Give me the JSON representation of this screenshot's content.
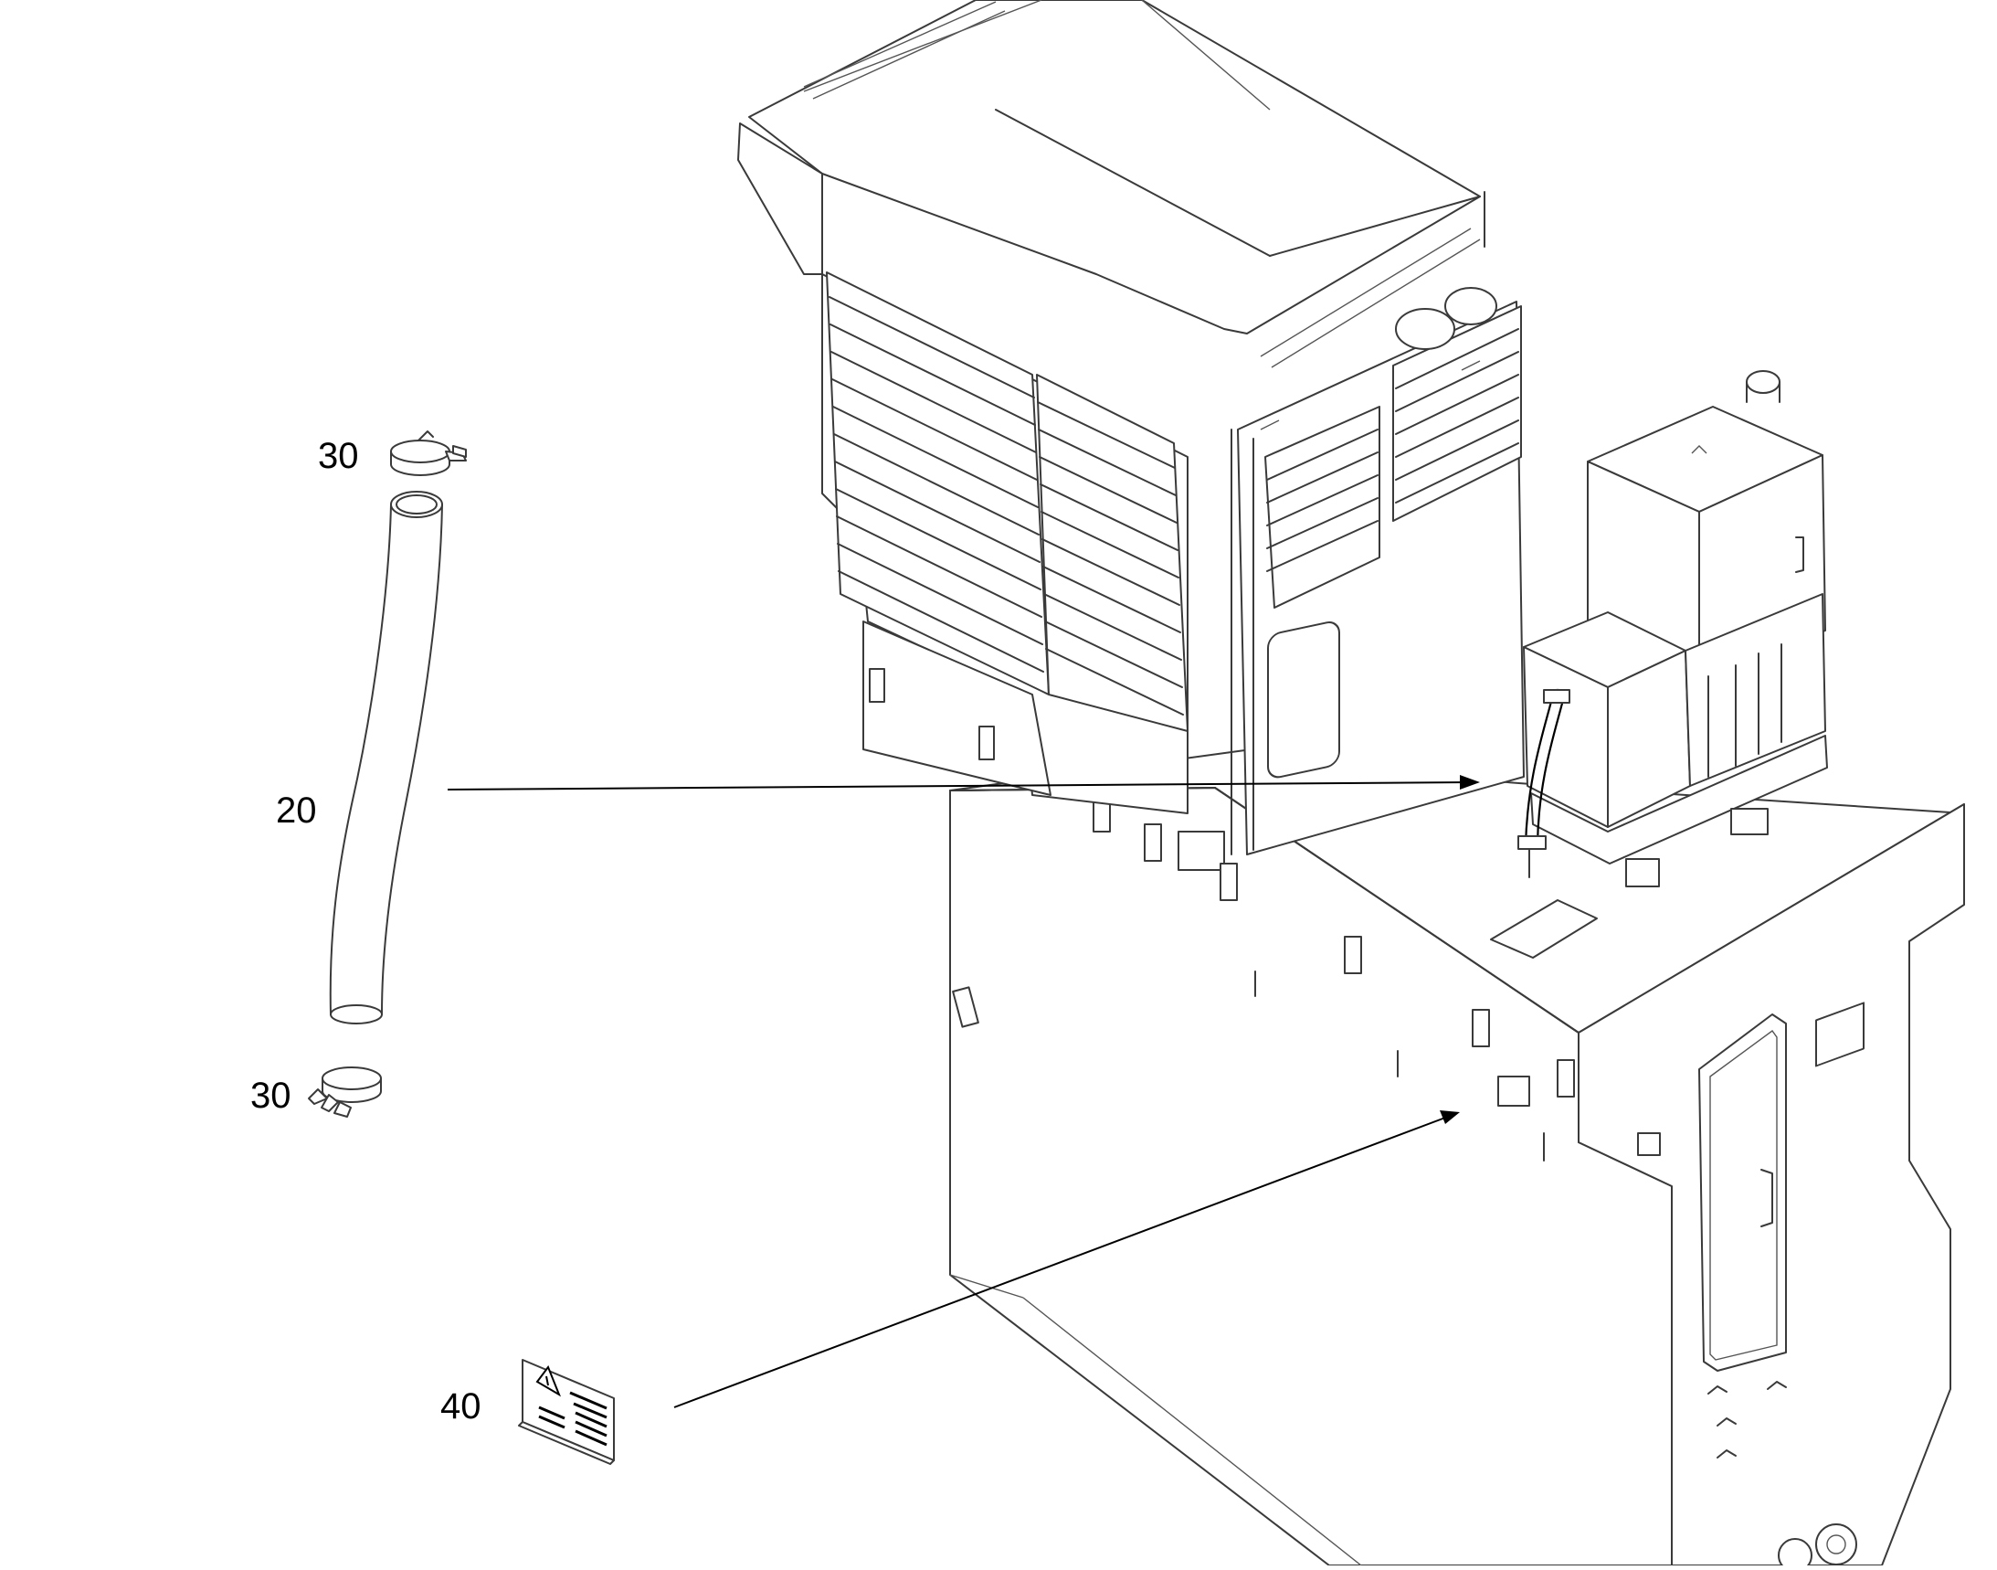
{
  "callouts": [
    {
      "id": "hose",
      "label": "20"
    },
    {
      "id": "clamp-top",
      "label": "30"
    },
    {
      "id": "clamp-bottom",
      "label": "30"
    },
    {
      "id": "warning-decal",
      "label": "40"
    }
  ],
  "colors": {
    "line": "#3a3a3a",
    "leader": "#000000",
    "background": "#ffffff"
  }
}
